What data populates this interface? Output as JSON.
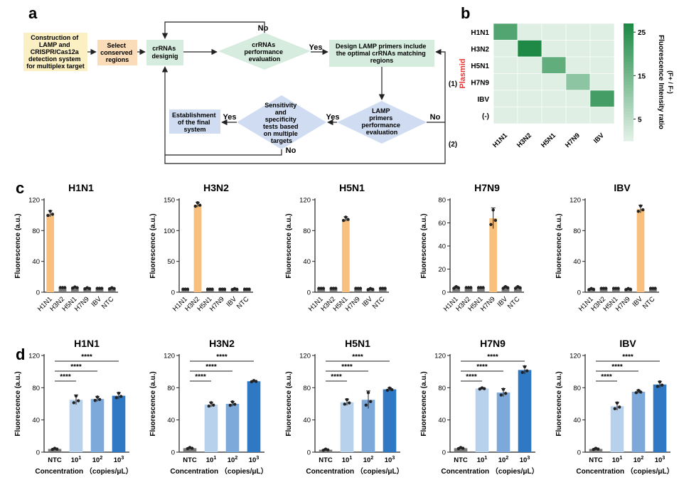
{
  "panel_labels": {
    "a": "a",
    "b": "b",
    "c": "c",
    "d": "d"
  },
  "flowchart": {
    "boxes": {
      "construction": [
        "Construction of",
        "LAMP and",
        "CRISPR/Cas12a",
        "detection system",
        "for multiplex target"
      ],
      "select": [
        "Select",
        "conserved",
        "regions"
      ],
      "crrnas_design": [
        "crRNAs",
        "designig"
      ],
      "crrnas_eval": [
        "crRNAs",
        "performance",
        "evaluation"
      ],
      "design_primers": [
        "Design LAMP primers include",
        "the optimal crRNAs matching",
        "regions"
      ],
      "lamp_eval": [
        "LAMP",
        "primers",
        "performance",
        "evaluation"
      ],
      "sens_spec": [
        "Sensitivity",
        "and",
        "specificity",
        "tests based",
        "on multiple",
        "targets"
      ],
      "final": [
        "Establishment",
        "of the final",
        "system"
      ]
    },
    "edge_labels": {
      "no_top": "No",
      "yes_1": "Yes",
      "no_right": "No",
      "yes_2": "Yes",
      "yes_3": "Yes",
      "no_bottom": "No",
      "path1": "(1)",
      "path2": "(2)"
    }
  },
  "colors": {
    "flow_yellow": "#fbefc4",
    "flow_peach": "#fbdcb8",
    "flow_green": "#d6ecdf",
    "flow_blue": "#cfdcf1",
    "bar_orange": "#f8c07c",
    "bar_gray": "#7a7a7a",
    "bar_d1": "#b7d1ec",
    "bar_d2": "#7ca9d9",
    "bar_d3": "#2f78c4",
    "heat_low": "#e6f3ea",
    "heat_high": "#1e8a45",
    "plasmid_red": "#e53935"
  },
  "chart_data": [
    {
      "panel": "b",
      "type": "heatmap",
      "rows": [
        "H1N1",
        "H3N2",
        "H5N1",
        "H7N9",
        "IBV",
        "(-)"
      ],
      "columns": [
        "H1N1",
        "H3N2",
        "H5N1",
        "H7N9",
        "IBV"
      ],
      "values": [
        [
          20,
          1,
          1,
          1,
          1
        ],
        [
          1,
          27,
          1,
          1,
          1
        ],
        [
          1,
          1,
          18,
          1,
          1
        ],
        [
          1,
          1,
          1,
          12,
          1
        ],
        [
          1,
          1,
          1,
          1,
          22
        ],
        [
          1,
          1,
          1,
          1,
          1
        ]
      ],
      "ylabel": "Plasmid",
      "colorbar": {
        "label": "Fluorescence Intensity ratio",
        "sublabel": "(F+ / F-)",
        "ticks": [
          25,
          15,
          5
        ],
        "range": [
          0,
          27
        ]
      }
    },
    {
      "panel": "c",
      "type": "bar",
      "ylabel": "Fluorescence (a.u.)",
      "plots": [
        {
          "title": "H1N1",
          "categories": [
            "H1N1",
            "H3N2",
            "H5N1",
            "H7N9",
            "IBV",
            "NTC"
          ],
          "values": [
            102,
            6,
            6,
            5,
            5,
            5
          ],
          "errors": [
            4,
            0,
            1,
            1,
            0,
            1
          ],
          "ylim": [
            0,
            120
          ],
          "yticks": [
            0,
            40,
            80,
            120
          ],
          "highlight": 0
        },
        {
          "title": "H3N2",
          "categories": [
            "H1N1",
            "H3N2",
            "H5N1",
            "H7N9",
            "IBV",
            "NTC"
          ],
          "values": [
            5,
            142,
            5,
            5,
            5,
            5
          ],
          "errors": [
            0,
            4,
            0,
            0,
            1,
            0
          ],
          "ylim": [
            0,
            150
          ],
          "yticks": [
            0,
            50,
            100,
            150
          ],
          "highlight": 1
        },
        {
          "title": "H5N1",
          "categories": [
            "H1N1",
            "H3N2",
            "H5N1",
            "H7N9",
            "IBV",
            "NTC"
          ],
          "values": [
            5,
            5,
            95,
            5,
            4,
            5
          ],
          "errors": [
            0,
            0,
            3,
            0,
            1,
            0
          ],
          "ylim": [
            0,
            120
          ],
          "yticks": [
            0,
            40,
            80,
            120
          ],
          "highlight": 2
        },
        {
          "title": "H7N9",
          "categories": [
            "H1N1",
            "H3N2",
            "H5N1",
            "H7N9",
            "IBV",
            "NTC"
          ],
          "values": [
            4,
            4,
            4,
            64,
            4,
            4
          ],
          "errors": [
            1,
            0,
            0,
            9,
            1,
            1
          ],
          "ylim": [
            0,
            80
          ],
          "yticks": [
            0,
            20,
            40,
            60,
            80
          ],
          "highlight": 3
        },
        {
          "title": "IBV",
          "categories": [
            "H1N1",
            "H3N2",
            "H5N1",
            "H7N9",
            "IBV",
            "NTC"
          ],
          "values": [
            4,
            5,
            5,
            4,
            108,
            5
          ],
          "errors": [
            1,
            0,
            0,
            1,
            5,
            0
          ],
          "ylim": [
            0,
            120
          ],
          "yticks": [
            0,
            40,
            80,
            120
          ],
          "highlight": 4
        }
      ]
    },
    {
      "panel": "d",
      "type": "bar",
      "ylabel": "Fluorescence (a.u.)",
      "xlabel": "Concentration （copies/μL）",
      "significance": "****",
      "plots": [
        {
          "title": "H1N1",
          "categories": [
            "NTC",
            "10^1",
            "10^2",
            "10^3"
          ],
          "values": [
            4,
            65,
            66,
            70
          ],
          "errors": [
            1,
            6,
            3,
            4
          ],
          "ylim": [
            0,
            120
          ],
          "yticks": [
            0,
            40,
            80,
            120
          ]
        },
        {
          "title": "H3N2",
          "categories": [
            "NTC",
            "10^1",
            "10^2",
            "10^3"
          ],
          "values": [
            5,
            59,
            60,
            88
          ],
          "errors": [
            1,
            3,
            3,
            1
          ],
          "ylim": [
            0,
            120
          ],
          "yticks": [
            0,
            40,
            80,
            120
          ]
        },
        {
          "title": "H5N1",
          "categories": [
            "NTC",
            "10^1",
            "10^2",
            "10^3"
          ],
          "values": [
            3,
            62,
            65,
            78
          ],
          "errors": [
            1,
            4,
            11,
            2
          ],
          "ylim": [
            0,
            120
          ],
          "yticks": [
            0,
            40,
            80,
            120
          ]
        },
        {
          "title": "H7N9",
          "categories": [
            "NTC",
            "10^1",
            "10^2",
            "10^3"
          ],
          "values": [
            5,
            79,
            74,
            102
          ],
          "errors": [
            1,
            1,
            5,
            5
          ],
          "ylim": [
            0,
            120
          ],
          "yticks": [
            0,
            40,
            80,
            120
          ]
        },
        {
          "title": "IBV",
          "categories": [
            "NTC",
            "10^1",
            "10^2",
            "10^3"
          ],
          "values": [
            4,
            57,
            75,
            84
          ],
          "errors": [
            1,
            5,
            2,
            4
          ],
          "ylim": [
            0,
            120
          ],
          "yticks": [
            0,
            40,
            80,
            120
          ]
        }
      ]
    }
  ]
}
